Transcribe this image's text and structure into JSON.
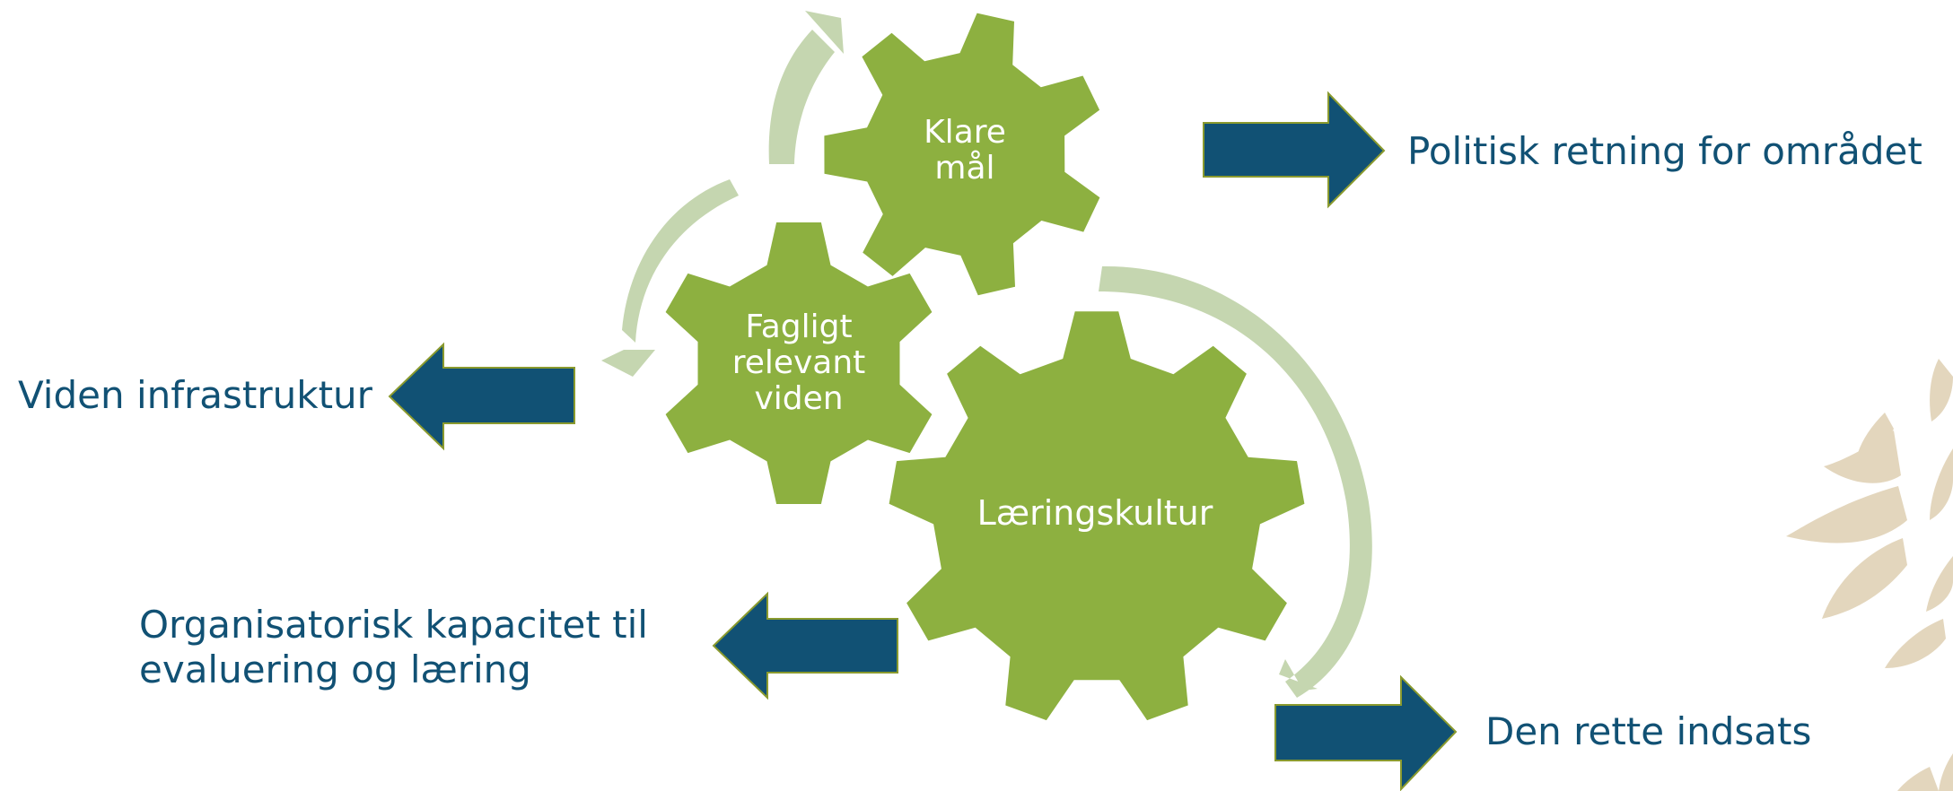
{
  "gears": {
    "top": "Klare\nmål",
    "left": "Fagligt\nrelevant\nviden",
    "big": "Læringskultur"
  },
  "outcomes": {
    "politisk": "Politisk retning for området",
    "viden": "Viden infrastruktur",
    "organisatorisk": "Organisatorisk kapacitet til\nevaluering og læring",
    "indsats": "Den rette indsats"
  },
  "colors": {
    "gear": "#8db040",
    "cycle_arrow": "#c5d6b0",
    "outcome_arrow": "#115174",
    "outcome_arrow_border": "#8a9a2e",
    "text": "#115174",
    "leaves": "#e3d6bd"
  }
}
